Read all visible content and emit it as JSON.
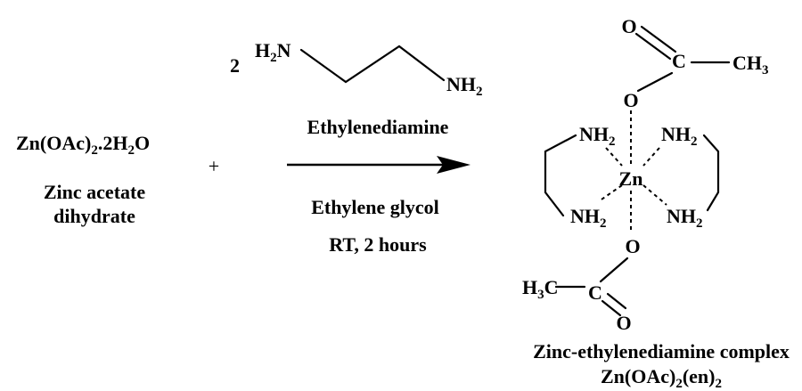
{
  "reactant": {
    "formula_main": "Zn(OAc)",
    "formula_sub1": "2",
    "formula_mid": ".2H",
    "formula_sub2": "2",
    "formula_end": "O",
    "name_line1": "Zinc acetate",
    "name_line2": "dihydrate"
  },
  "plus": "+",
  "ligand": {
    "coefficient": "2",
    "left_amine": "H",
    "left_amine_sub": "2",
    "left_amine_end": "N",
    "right_amine": "NH",
    "right_amine_sub": "2",
    "name": "Ethylenediamine"
  },
  "conditions": {
    "solvent": "Ethylene glycol",
    "temp_time": "RT, 2 hours"
  },
  "product": {
    "top_o_carbonyl": "O",
    "top_c": "C",
    "top_ch3": "CH",
    "top_ch3_sub": "3",
    "top_o_link": "O",
    "metal": "Zn",
    "amine": "NH",
    "amine_sub": "2",
    "bottom_o_link": "O",
    "bottom_h3c_h": "H",
    "bottom_h3c_sub": "3",
    "bottom_h3c_c": "C",
    "bottom_c": "C",
    "bottom_o_carbonyl": "O",
    "name": "Zinc-ethylenediamine complex",
    "formula_a": "Zn(OAc)",
    "formula_a_sub": "2",
    "formula_b": "(en)",
    "formula_b_sub": "2"
  }
}
